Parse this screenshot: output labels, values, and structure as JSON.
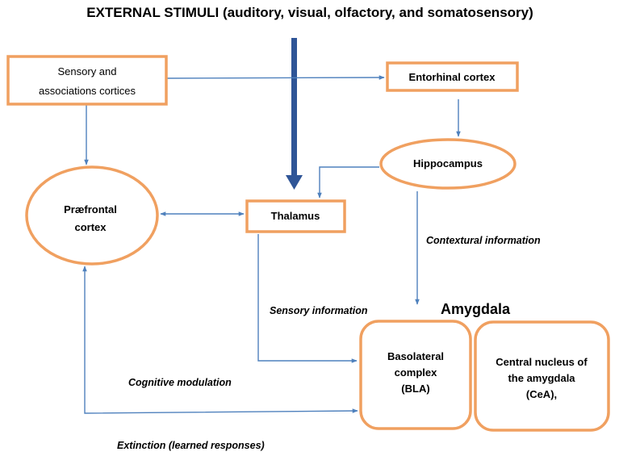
{
  "title": {
    "main": "EXTERNAL STIMULI",
    "sub": " (auditory, visual, olfactory, and somatosensory)"
  },
  "nodes": {
    "sensory": {
      "line1": "Sensory and",
      "line2": "associations cortices"
    },
    "entorhinal": {
      "label": "Entorhinal cortex"
    },
    "hippocampus": {
      "label": "Hippocampus"
    },
    "prefrontal": {
      "line1": "Præfrontal",
      "line2": "cortex"
    },
    "thalamus": {
      "label": "Thalamus"
    },
    "amygdala": {
      "label": "Amygdala"
    },
    "bla": {
      "line1": "Basolateral",
      "line2": "complex",
      "line3": "(BLA)"
    },
    "cea": {
      "line1": "Central nucleus of",
      "line2": "the amygdala",
      "line3": "(CeA),"
    }
  },
  "edge_labels": {
    "contextual": "Contextural information",
    "sensory_info": "Sensory information",
    "cognitive": "Cognitive modulation",
    "extinction": "Extinction (learned responses)"
  },
  "colors": {
    "box_border": "#F0A060",
    "arrow": "#4F81BD",
    "thick_arrow": "#2F5597"
  }
}
